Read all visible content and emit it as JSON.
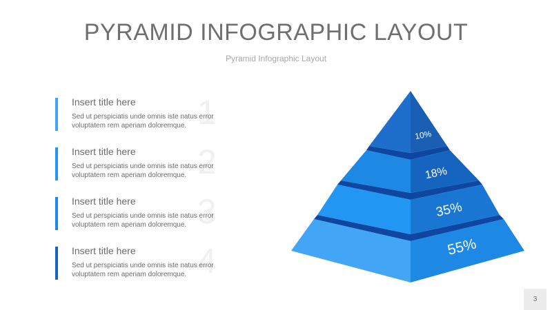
{
  "header": {
    "title": "PYRAMID INFOGRAPHIC LAYOUT",
    "subtitle": "Pyramid Infographic Layout"
  },
  "items": [
    {
      "title": "Insert title here",
      "desc": "Sed ut perspiciatis unde omnis iste natus error voluptatem rem aperiam doloremque.",
      "number": "1",
      "color": "#42a5f5"
    },
    {
      "title": "Insert title here",
      "desc": "Sed ut perspiciatis unde omnis iste natus error voluptatem rem aperiam doloremque.",
      "number": "2",
      "color": "#2196f3"
    },
    {
      "title": "Insert title here",
      "desc": "Sed ut perspiciatis unde omnis iste natus error voluptatem rem aperiam doloremque.",
      "number": "3",
      "color": "#1e88e5"
    },
    {
      "title": "Insert title here",
      "desc": "Sed ut perspiciatis unde omnis iste natus error voluptatem rem aperiam doloremque.",
      "number": "4",
      "color": "#1565c0"
    }
  ],
  "pyramid": {
    "levels": [
      {
        "label": "10%",
        "value": 10,
        "left_color": "#1e6fcc",
        "right_color": "#1a5fb4"
      },
      {
        "label": "18%",
        "value": 18,
        "left_color": "#1e88e5",
        "right_color": "#1565c0"
      },
      {
        "label": "35%",
        "value": 35,
        "left_color": "#2196f3",
        "right_color": "#1976d2"
      },
      {
        "label": "55%",
        "value": 55,
        "left_color": "#42a5f5",
        "right_color": "#1e88e5"
      }
    ],
    "gap_color": "#0d47a1"
  },
  "footer": {
    "page_number": "3"
  }
}
